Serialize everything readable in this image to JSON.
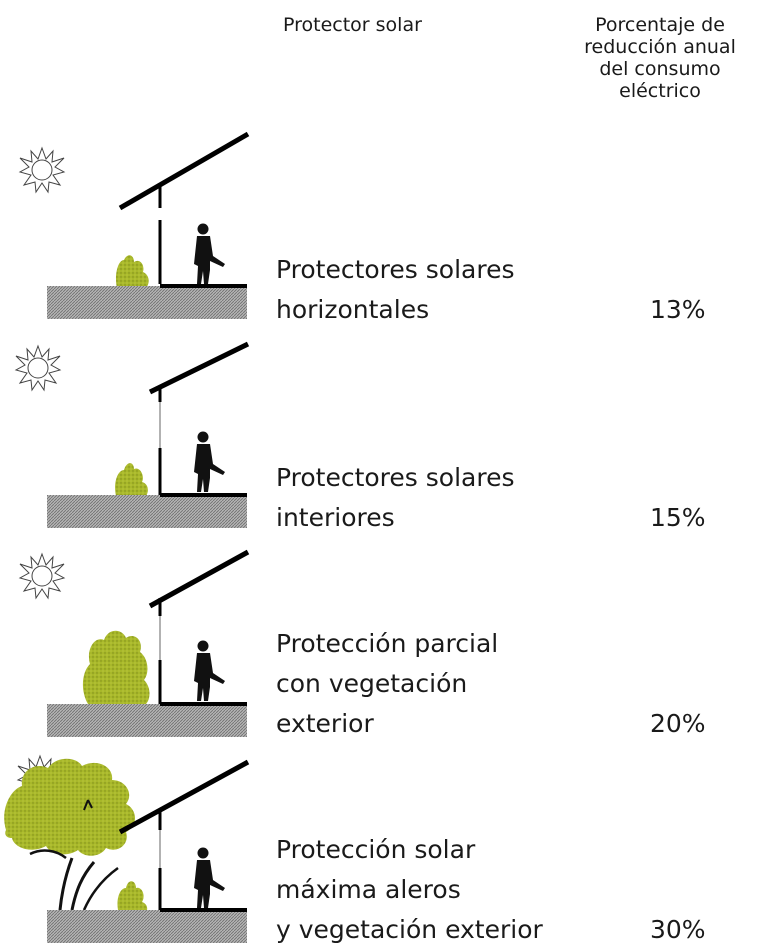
{
  "header": {
    "col1": "Protector solar",
    "col2_lines": [
      "Porcentaje de",
      "reducción anual",
      "del consumo",
      "eléctrico"
    ]
  },
  "rows": [
    {
      "scene": "alero-horizontal",
      "label_lines": [
        "Protectores solares",
        "horizontales"
      ],
      "percent": "13%",
      "reduction_pct": 13
    },
    {
      "scene": "protector-interior",
      "label_lines": [
        "Protectores solares",
        "interiores"
      ],
      "percent": "15%",
      "reduction_pct": 15
    },
    {
      "scene": "vegetacion-parcial",
      "label_lines": [
        "Protección parcial",
        "con vegetación",
        "exterior"
      ],
      "percent": "20%",
      "reduction_pct": 20
    },
    {
      "scene": "alero-y-arbol",
      "label_lines": [
        "Protección solar",
        "máxima aleros",
        "y vegetación exterior"
      ],
      "percent": "30%",
      "reduction_pct": 30
    }
  ],
  "colors": {
    "vegetation": "#a8b82a",
    "ground": "#a8a8a8",
    "structure": "#000000",
    "sun": "#444444"
  }
}
